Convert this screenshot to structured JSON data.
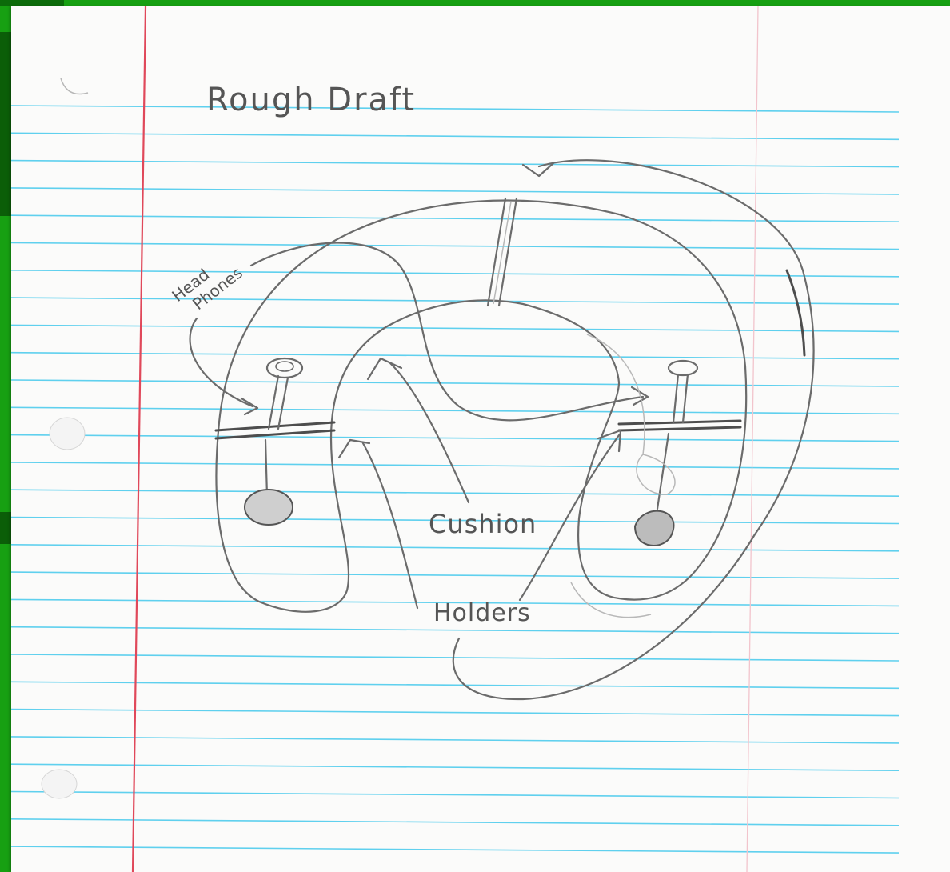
{
  "sketch": {
    "title": "Rough Draft",
    "labels": {
      "headphones_line1": "Head",
      "headphones_line2": "Phones",
      "cushion": "Cushion",
      "holders": "Holders"
    }
  },
  "colors": {
    "slide_background": "#17a012",
    "paper": "#fbfbfa",
    "rule_lines": "#5fd0ee",
    "margin_line": "#e0485a",
    "pencil": "#6b6b6b"
  }
}
